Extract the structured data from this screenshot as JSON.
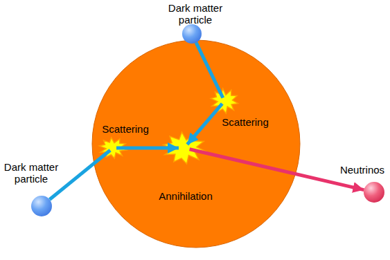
{
  "diagram": {
    "nodes": [
      {
        "text": [
          "Dark matter particle"
        ]
      },
      {
        "text": [
          "Dark matter particle"
        ]
      },
      {
        "text": [
          "Scattering"
        ]
      },
      {
        "text": [
          "Scattering"
        ]
      },
      {
        "text": [
          "Annihilation"
        ]
      },
      {
        "text": [
          "Neutrinos"
        ]
      }
    ],
    "edges": [
      {
        "from": 1,
        "to": 2,
        "arrow": "none"
      },
      {
        "from": 2,
        "to": 4,
        "arrow": "to"
      },
      {
        "from": 0,
        "to": 3,
        "arrow": "none"
      },
      {
        "from": 3,
        "to": 4,
        "arrow": "to"
      },
      {
        "from": 4,
        "to": 5,
        "arrow": "to"
      }
    ]
  }
}
